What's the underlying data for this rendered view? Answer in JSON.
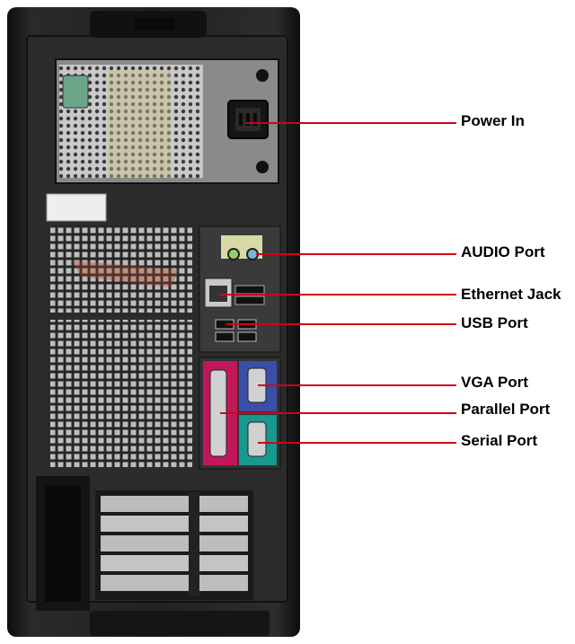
{
  "labels": {
    "power_in": "Power In",
    "audio_port": "AUDIO Port",
    "ethernet_jack": "Ethernet Jack",
    "usb_port": "USB Port",
    "vga_port": "VGA Port",
    "parallel_port": "Parallel Port",
    "serial_port": "Serial Port"
  },
  "colors": {
    "leader_line": "#d0021b",
    "case": "#1c1c1c",
    "parallel_port": "#c2185b",
    "vga_port": "#3b4fa8",
    "serial_port": "#17998f",
    "audio_in": "#7ab6d6",
    "audio_out": "#9ccc65"
  }
}
